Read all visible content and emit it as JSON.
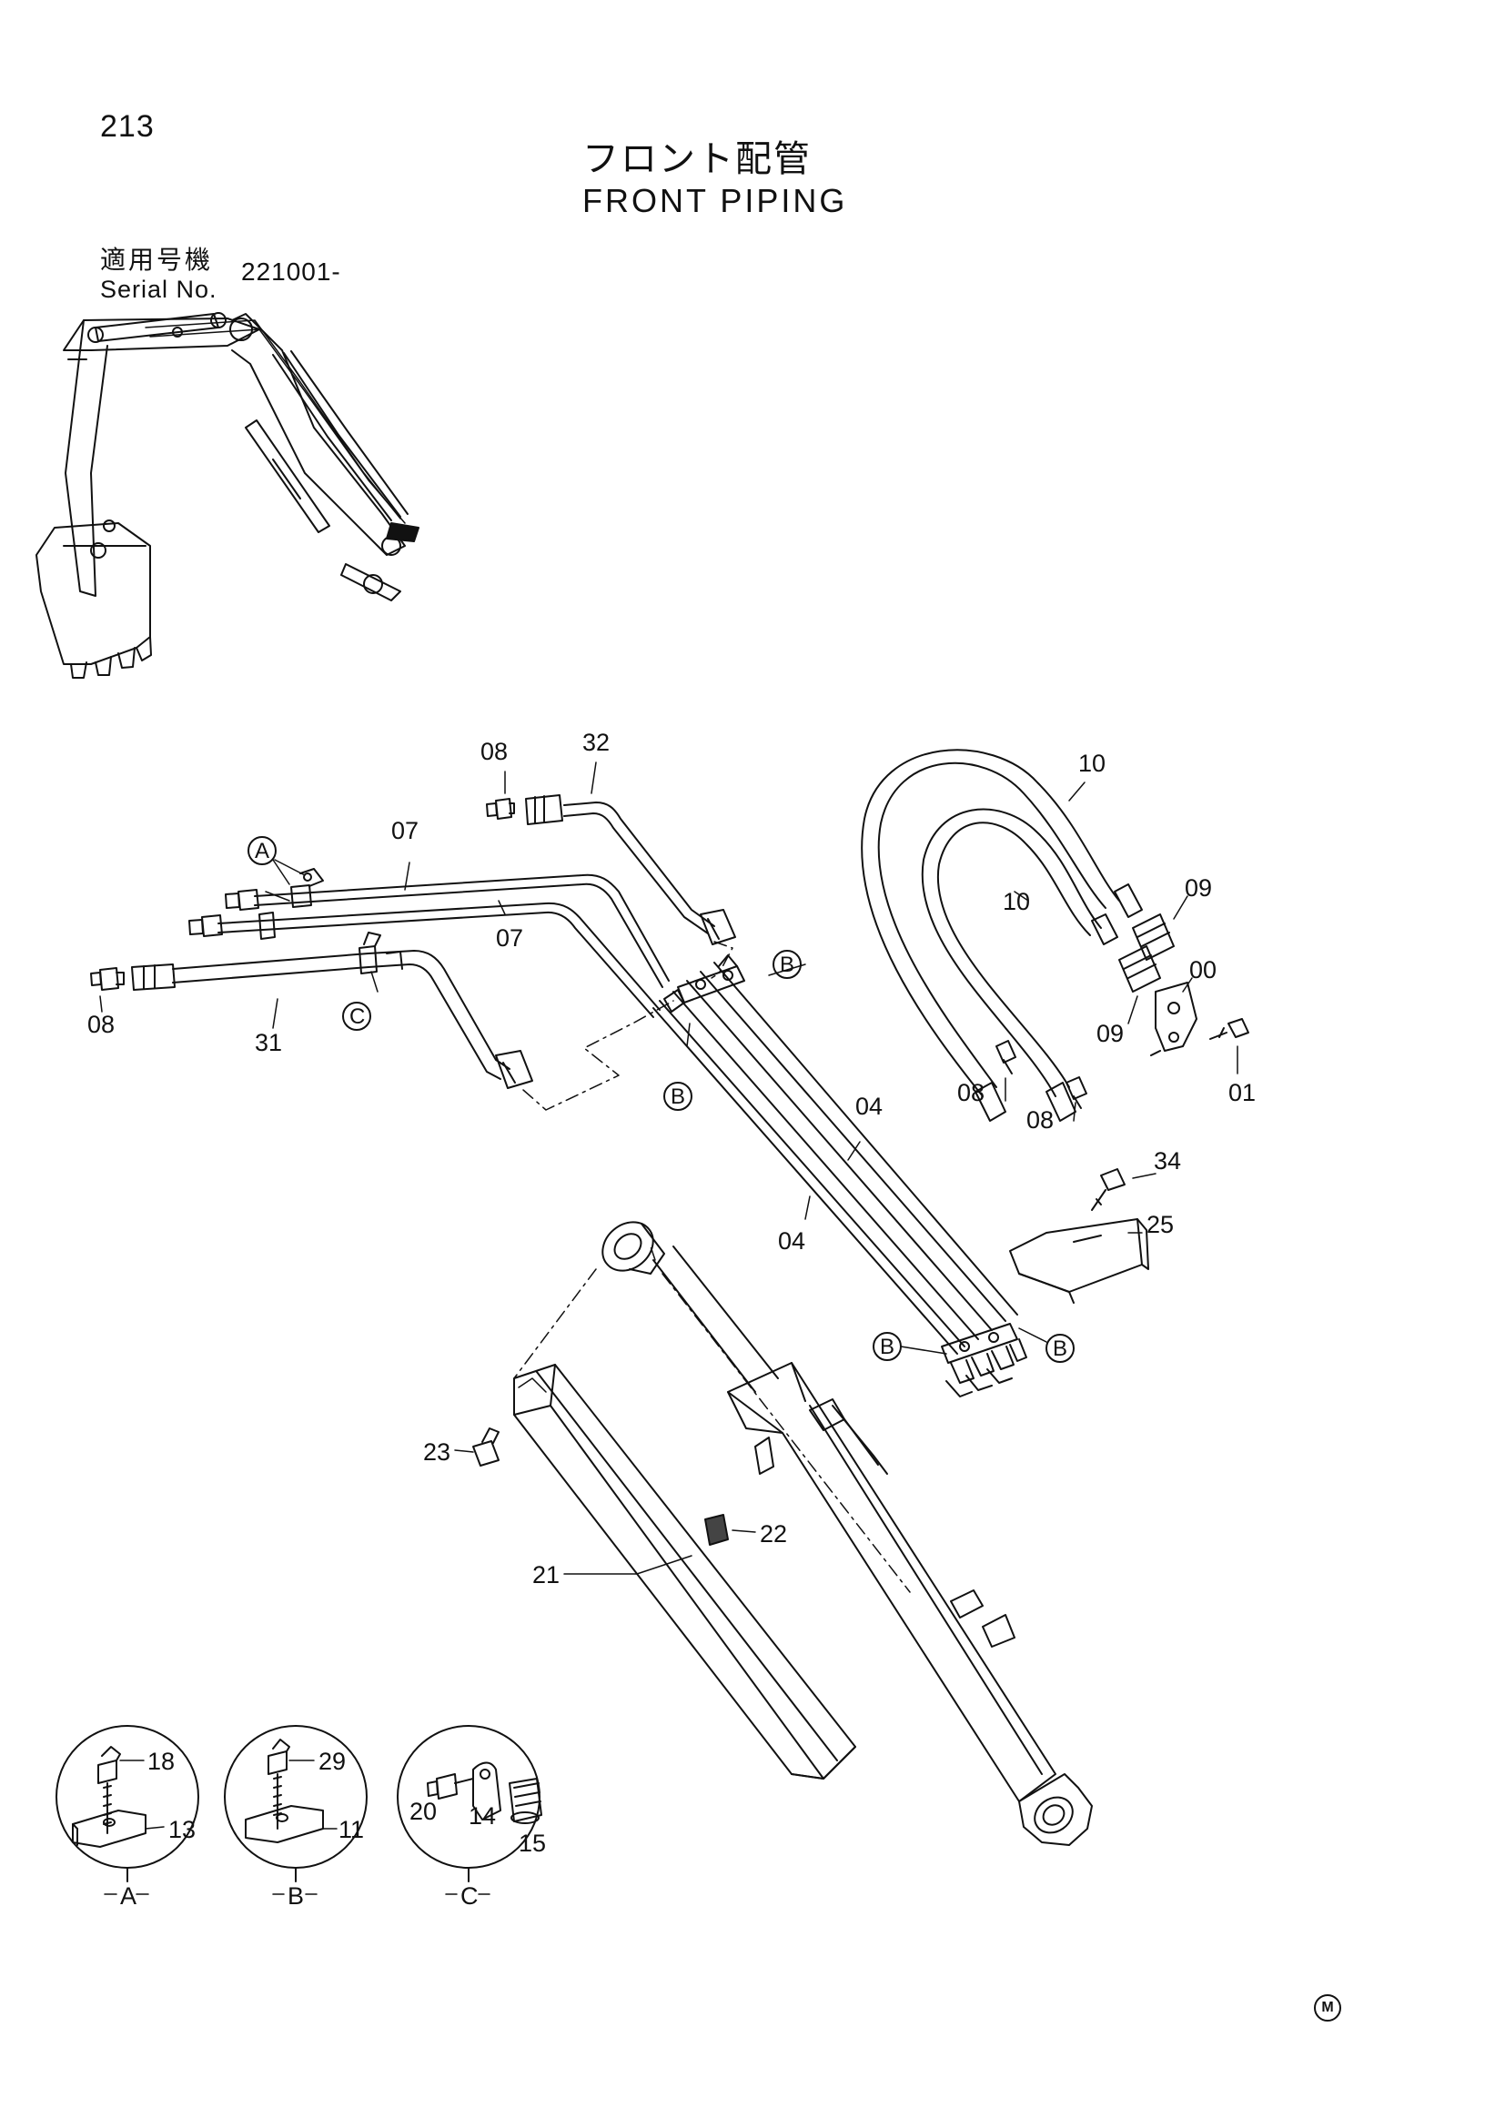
{
  "header": {
    "page_number": "213",
    "title_jp": "フロント配管",
    "title_en": "FRONT PIPING",
    "serial_label_jp": "適用号機",
    "serial_label_en": "Serial No.",
    "serial_value": "221001-"
  },
  "part_labels": {
    "p08a": "08",
    "p32": "32",
    "p07a": "07",
    "p07b": "07",
    "p08b": "08",
    "p31": "31",
    "p10a": "10",
    "p10b": "10",
    "p09a": "09",
    "p09b": "09",
    "p00": "00",
    "p01": "01",
    "p08c": "08",
    "p08d": "08",
    "p04a": "04",
    "p04b": "04",
    "p34": "34",
    "p25": "25",
    "p23": "23",
    "p22": "22",
    "p21": "21",
    "p18": "18",
    "p13": "13",
    "p29": "29",
    "p11": "11",
    "p20": "20",
    "p14": "14",
    "p15": "15"
  },
  "callouts": {
    "a1": "A",
    "b1": "B",
    "b2": "B",
    "c1": "C",
    "b3": "B",
    "b4": "B"
  },
  "detail_labels": {
    "A": "A",
    "B": "B",
    "C": "C"
  },
  "footer_mark": "M"
}
